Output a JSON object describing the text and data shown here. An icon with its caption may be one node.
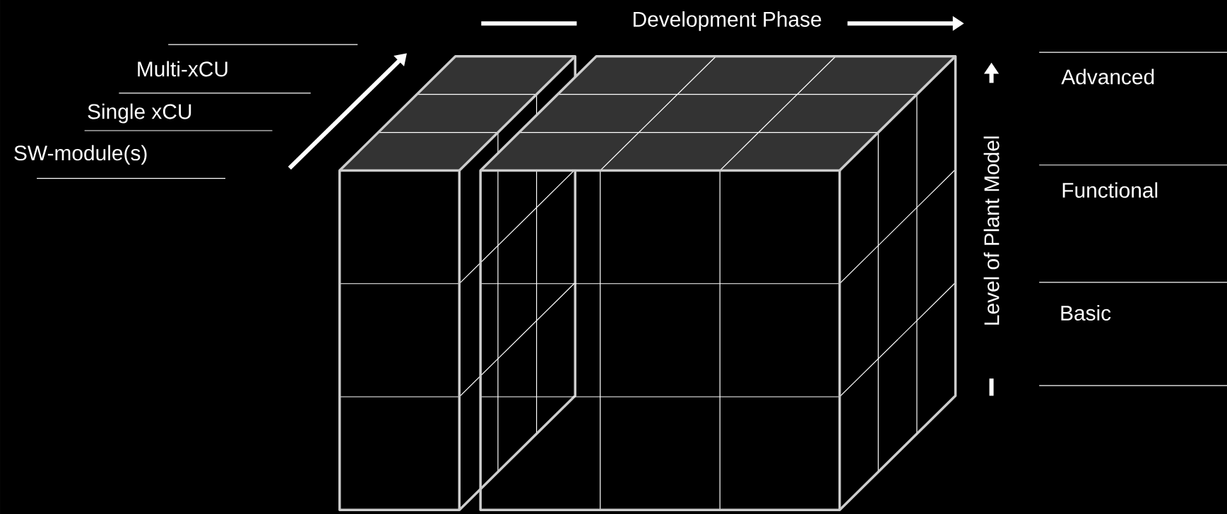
{
  "diagram": {
    "labels": [
      "Development Phase",
      "Multi-xCU",
      "Single xCU",
      "SW-module(s)",
      "Level of Plant Model",
      "Advanced",
      "Functional",
      "Basic"
    ]
  }
}
